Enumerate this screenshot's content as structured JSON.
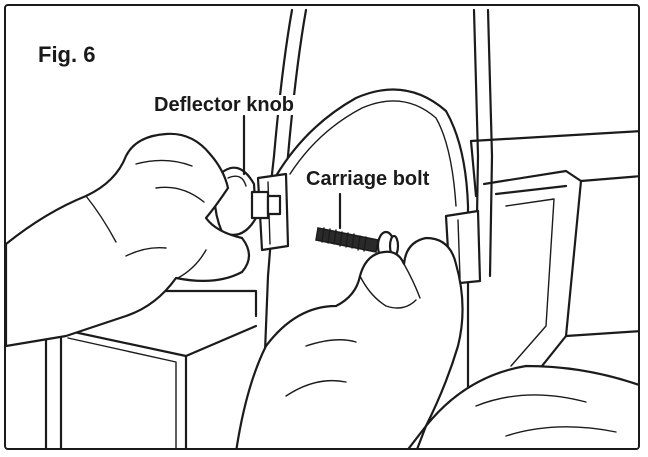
{
  "figure": {
    "title": "Fig. 6",
    "labels": {
      "deflector_knob": "Deflector knob",
      "carriage_bolt": "Carriage bolt"
    }
  },
  "colors": {
    "ink": "#1b1b1b",
    "background": "#ffffff"
  }
}
